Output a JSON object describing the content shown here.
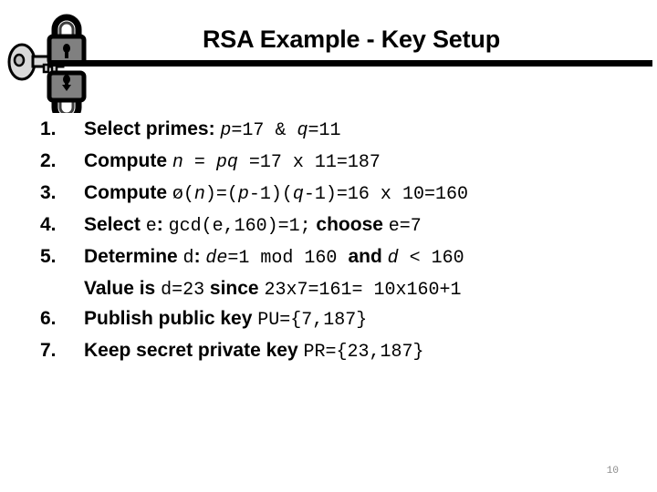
{
  "slide": {
    "title": "RSA Example - Key Setup",
    "page_number": "10",
    "accent_color": "#000000",
    "background_color": "#ffffff",
    "page_number_color": "#8c8c8c"
  },
  "decoration": {
    "icon_name": "lock-and-key-icon",
    "lock_body_color": "#808080",
    "lock_outline_color": "#000000",
    "key_color": "#d9d9d9"
  },
  "list": {
    "items": [
      {
        "number": "1.",
        "runs": [
          {
            "text": "Select primes: ",
            "style": "sans"
          },
          {
            "text": "p",
            "style": "mono-i"
          },
          {
            "text": "=17",
            "style": "mono"
          },
          {
            "text": "  &  ",
            "style": "mono"
          },
          {
            "text": "q",
            "style": "mono-i"
          },
          {
            "text": "=11",
            "style": "mono"
          }
        ],
        "plain": "Select primes: p=17 & q=11"
      },
      {
        "number": "2.",
        "runs": [
          {
            "text": "Compute ",
            "style": "sans"
          },
          {
            "text": "n",
            "style": "mono-i"
          },
          {
            "text": " = ",
            "style": "mono"
          },
          {
            "text": "pq",
            "style": "mono-i"
          },
          {
            "text": " =17 x 11=187",
            "style": "mono"
          }
        ],
        "plain": "Compute n = pq =17 x 11=187"
      },
      {
        "number": "3.",
        "runs": [
          {
            "text": "Compute ",
            "style": "sans"
          },
          {
            "text": "ø(",
            "style": "mono"
          },
          {
            "text": "n",
            "style": "mono-i"
          },
          {
            "text": ")=(",
            "style": "mono"
          },
          {
            "text": "p",
            "style": "mono-i"
          },
          {
            "text": "-1)(",
            "style": "mono"
          },
          {
            "text": "q",
            "style": "mono-i"
          },
          {
            "text": "-1)=16 x 10=160",
            "style": "mono"
          }
        ],
        "plain": "Compute ø(n)=(p-1)(q-1)=16 x 10=160"
      },
      {
        "number": "4.",
        "runs": [
          {
            "text": "Select ",
            "style": "sans"
          },
          {
            "text": "e",
            "style": "mono"
          },
          {
            "text": ": ",
            "style": "sans"
          },
          {
            "text": "gcd(e,160)=1;",
            "style": "mono"
          },
          {
            "text": "  choose ",
            "style": "sans"
          },
          {
            "text": "e=7",
            "style": "mono"
          }
        ],
        "plain": "Select e: gcd(e,160)=1; choose e=7"
      },
      {
        "number": "5.",
        "runs": [
          {
            "text": "Determine ",
            "style": "sans"
          },
          {
            "text": "d",
            "style": "mono"
          },
          {
            "text": ": ",
            "style": "sans"
          },
          {
            "text": "de",
            "style": "mono-i"
          },
          {
            "text": "=1 mod 160 ",
            "style": "mono"
          },
          {
            "text": "and ",
            "style": "sans"
          },
          {
            "text": "d",
            "style": "mono-i"
          },
          {
            "text": " < 160",
            "style": "mono"
          }
        ],
        "plain": "Determine d: de=1 mod 160 and d < 160"
      },
      {
        "number": "",
        "sub": true,
        "runs": [
          {
            "text": "Value is ",
            "style": "sans"
          },
          {
            "text": "d=23",
            "style": "mono"
          },
          {
            "text": " since ",
            "style": "sans"
          },
          {
            "text": "23x7=161=  10x160+1",
            "style": "mono"
          }
        ],
        "plain": "Value is d=23 since 23x7=161= 10x160+1"
      },
      {
        "number": "6.",
        "runs": [
          {
            "text": "Publish public key ",
            "style": "sans"
          },
          {
            "text": "PU={7,187}",
            "style": "mono"
          }
        ],
        "plain": "Publish public key PU={7,187}"
      },
      {
        "number": "7.",
        "runs": [
          {
            "text": "Keep secret private key ",
            "style": "sans"
          },
          {
            "text": "PR={23,187}",
            "style": "mono"
          }
        ],
        "plain": "Keep secret private key PR={23,187}"
      }
    ]
  }
}
